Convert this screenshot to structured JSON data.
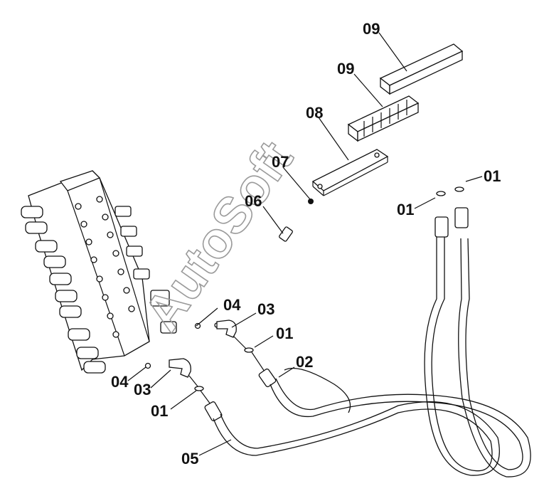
{
  "watermark": "AutoSoft",
  "callouts": {
    "c09a": "09",
    "c09b": "09",
    "c08": "08",
    "c07": "07",
    "c06": "06",
    "c01a": "01",
    "c01b": "01",
    "c01c": "01",
    "c01d": "01",
    "c04a": "04",
    "c04b": "04",
    "c03a": "03",
    "c03b": "03",
    "c02": "02",
    "c05": "05"
  }
}
